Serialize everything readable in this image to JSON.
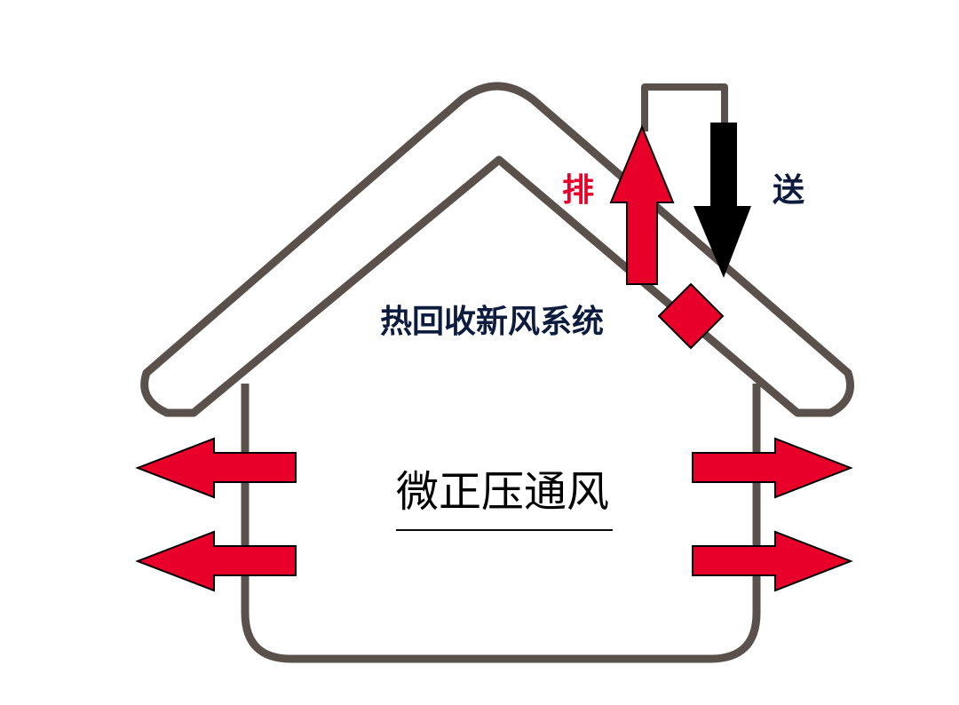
{
  "labels": {
    "exhaust": "排",
    "supply": "送",
    "system": "热回收新风系统",
    "ventilation": "微正压通风"
  },
  "colors": {
    "outline": "#5a514d",
    "red": "#e8002b",
    "black": "#000000",
    "navy": "#0d1b3e"
  },
  "icons": {
    "exhaust_arrow": "arrow-up-icon",
    "supply_arrow": "arrow-down-icon",
    "heat_exchanger": "diamond-icon",
    "outflow_arrows_left": "arrow-left-icon",
    "outflow_arrows_right": "arrow-right-icon"
  }
}
